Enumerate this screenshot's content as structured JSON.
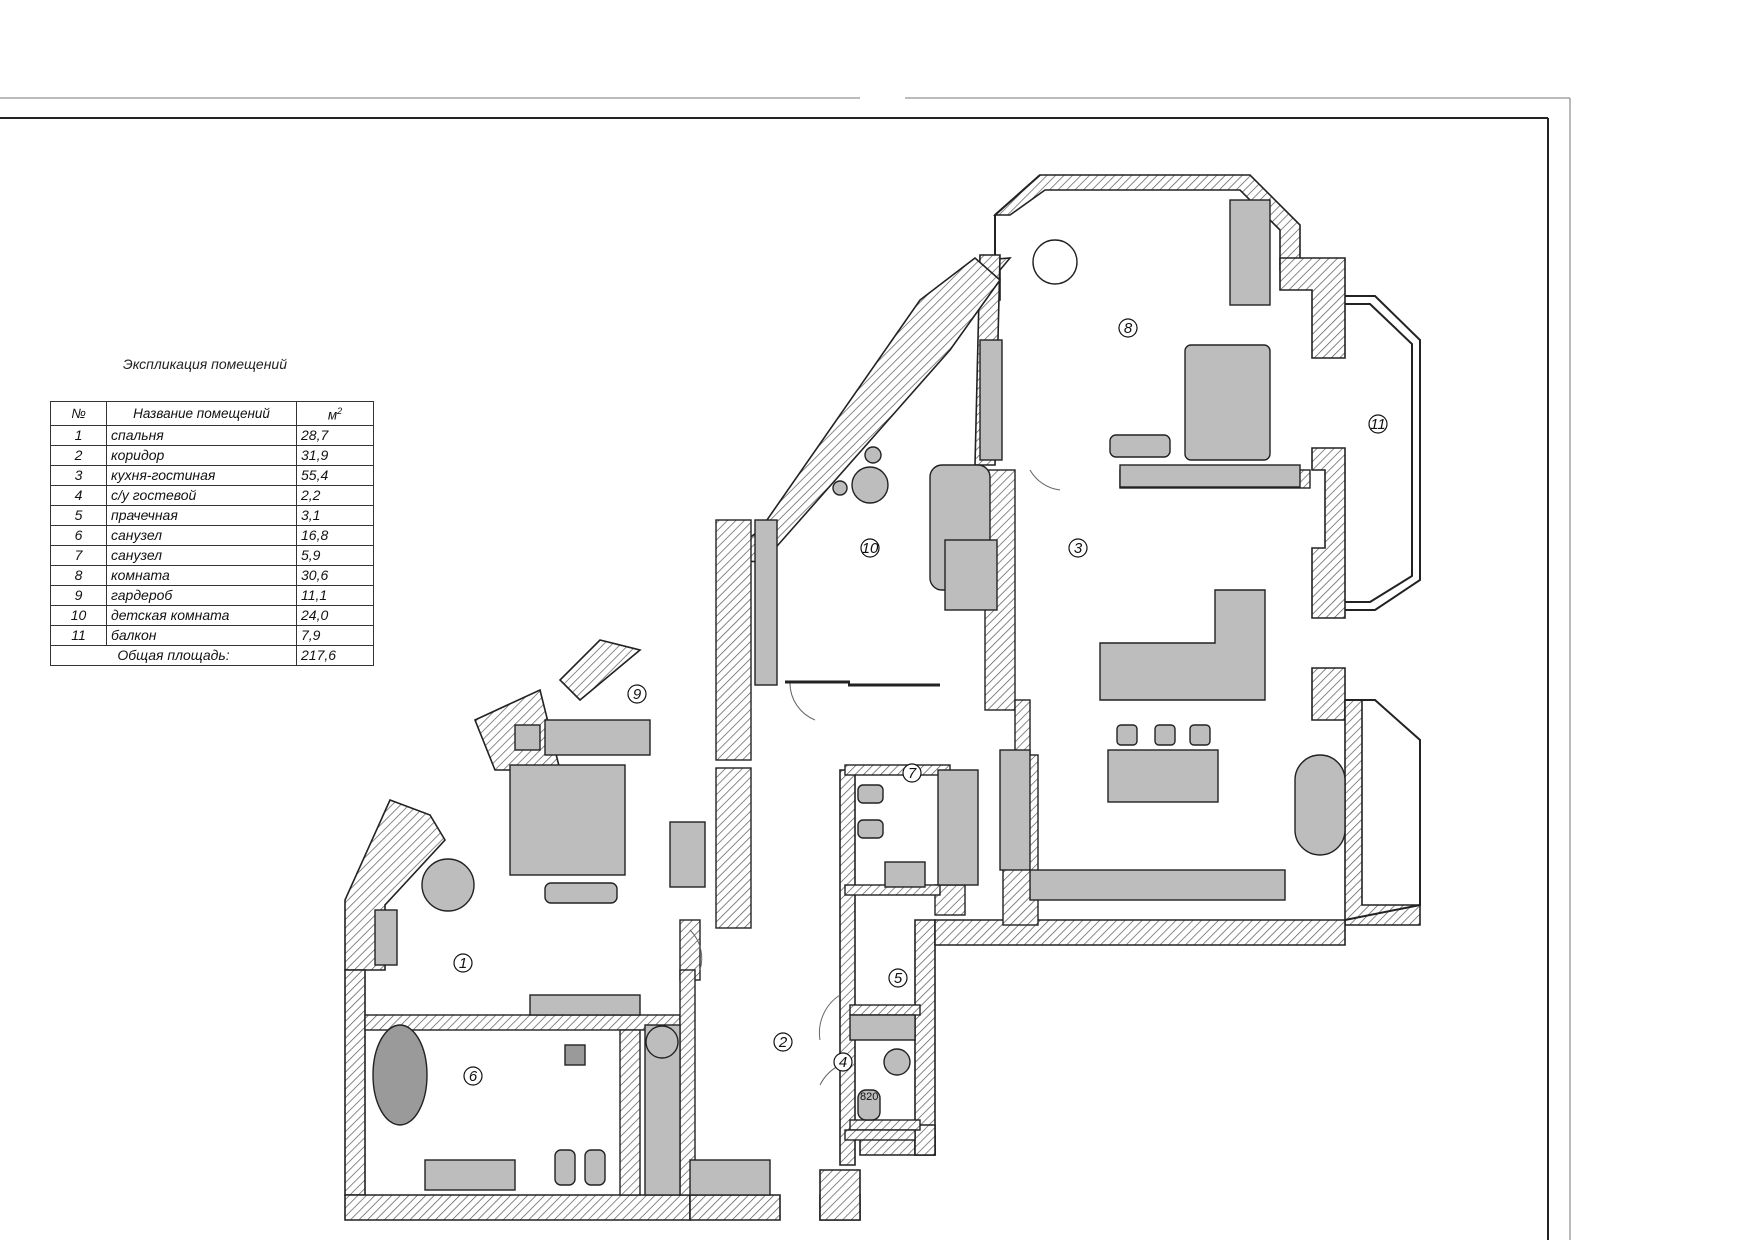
{
  "explication": {
    "title": "Экспликация помещений",
    "headers": {
      "num": "№",
      "name": "Название помещений",
      "area": "м",
      "area_sup": "2"
    },
    "rows": [
      {
        "num": "1",
        "name": "спальня",
        "area": "28,7"
      },
      {
        "num": "2",
        "name": "коридор",
        "area": "31,9"
      },
      {
        "num": "3",
        "name": "кухня-гостиная",
        "area": "55,4"
      },
      {
        "num": "4",
        "name": "с/у гостевой",
        "area": "2,2"
      },
      {
        "num": "5",
        "name": "прачечная",
        "area": "3,1"
      },
      {
        "num": "6",
        "name": "санузел",
        "area": "16,8"
      },
      {
        "num": "7",
        "name": "санузел",
        "area": "5,9"
      },
      {
        "num": "8",
        "name": "комната",
        "area": "30,6"
      },
      {
        "num": "9",
        "name": "гардероб",
        "area": "11,1"
      },
      {
        "num": "10",
        "name": "детская комната",
        "area": "24,0"
      },
      {
        "num": "11",
        "name": "балкон",
        "area": "7,9"
      }
    ],
    "total_label": "Общая площадь:",
    "total_area": "217,6"
  },
  "plan": {
    "room_markers": [
      "1",
      "2",
      "3",
      "4",
      "5",
      "6",
      "7",
      "8",
      "9",
      "10",
      "11"
    ],
    "dimension_note": "820"
  },
  "colors": {
    "wall": "#555555",
    "furniture": "#bdbdbd",
    "furniture_dark": "#9a9a9a",
    "line": "#222222"
  }
}
